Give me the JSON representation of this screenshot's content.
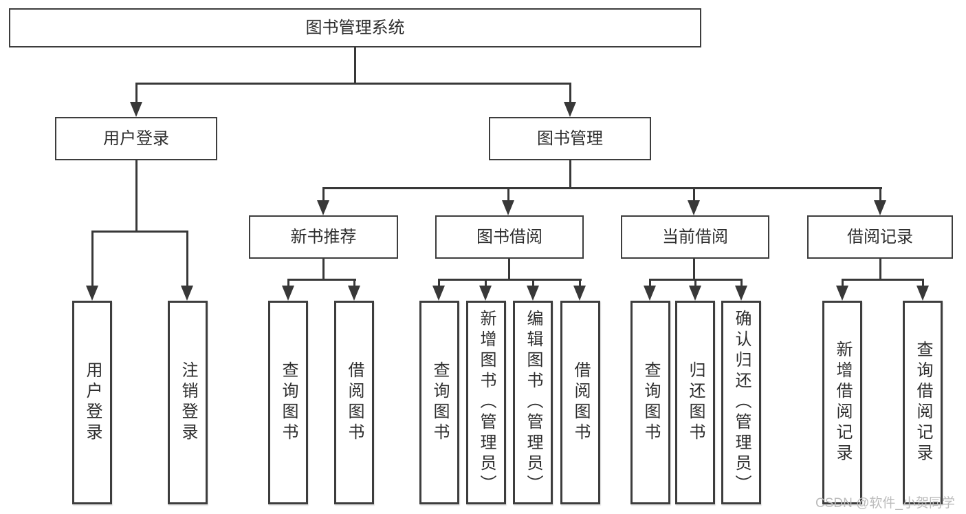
{
  "diagram": {
    "root": {
      "label": "图书管理系统"
    },
    "level2": {
      "user_login": {
        "label": "用户登录"
      },
      "book_management": {
        "label": "图书管理"
      }
    },
    "level3": {
      "new_book_recommend": {
        "label": "新书推荐"
      },
      "book_borrowing": {
        "label": "图书借阅"
      },
      "current_borrowing": {
        "label": "当前借阅"
      },
      "borrowing_records": {
        "label": "借阅记录"
      }
    },
    "leaves": {
      "user_login": [
        "用户登录",
        "注销登录"
      ],
      "new_books": [
        "查询图书",
        "借阅图书"
      ],
      "book_borrow": [
        "查询图书",
        "新增图书（管理员）",
        "编辑图书（管理员）",
        "借阅图书"
      ],
      "current_borrow": [
        "查询图书",
        "归还图书",
        "确认归还（管理员）"
      ],
      "borrow_records": [
        "新增借阅记录",
        "查询借阅记录"
      ]
    }
  },
  "watermark": {
    "text": "CSDN @软件_小贺同学"
  },
  "colors": {
    "line": "#383838",
    "box_border": "#3d3d3d",
    "text": "#2d2d2d",
    "watermark": "#bcbcbc",
    "background": "#ffffff"
  }
}
